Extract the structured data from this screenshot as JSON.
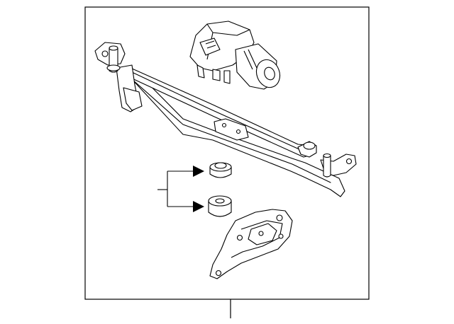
{
  "diagram": {
    "parts": [
      {
        "id": "wiper-linkage",
        "kind": "assembly"
      },
      {
        "id": "wiper-motor",
        "kind": "motor"
      },
      {
        "id": "mounting-bracket",
        "kind": "bracket"
      },
      {
        "id": "grommet-upper",
        "kind": "bushing"
      },
      {
        "id": "grommet-lower",
        "kind": "bushing"
      }
    ],
    "callouts": [
      {
        "id": "bushing-callout",
        "arrows": 2
      },
      {
        "id": "assembly-callout",
        "arrows": 0
      }
    ],
    "colors": {
      "line": "#000000",
      "fill": "#ffffff",
      "frame": "#000000"
    }
  }
}
